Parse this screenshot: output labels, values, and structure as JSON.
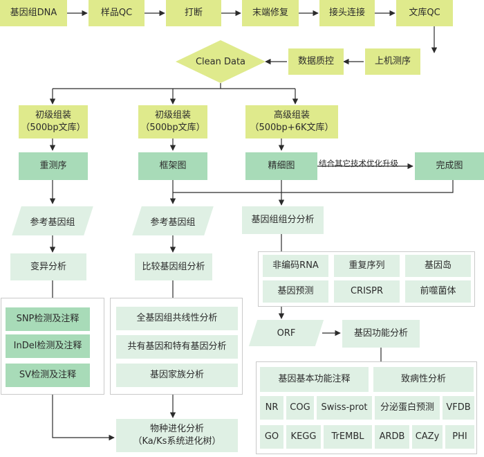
{
  "pipeline": {
    "genomic_dna": "基因组DNA",
    "sample_qc": "样品QC",
    "fragmentation": "打断",
    "end_repair": "末端修复",
    "adapter_ligation": "接头连接",
    "library_qc": "文库QC",
    "sequencing": "上机测序",
    "data_qc": "数据质控",
    "clean_data": "Clean Data"
  },
  "assembly": {
    "primary_a_line1": "初级组装",
    "primary_a_line2": "（500bp文库）",
    "primary_b_line1": "初级组装",
    "primary_b_line2": "（500bp文库）",
    "advanced_line1": "高级组装",
    "advanced_line2": "（500bp+6K文库）"
  },
  "stage2": {
    "resequencing": "重测序",
    "scaffold": "框架图",
    "fine_map": "精细图",
    "complete_map": "完成图",
    "upgrade_label": "结合其它技术优化升级"
  },
  "left_branch": {
    "reference_genome": "参考基因组",
    "variant_analysis": "变异分析",
    "snp": "SNP检测及注释",
    "indel": "InDel检测及注释",
    "sv": "SV检测及注释"
  },
  "middle_branch": {
    "reference_genome": "参考基因组",
    "comparative": "比较基因组分析",
    "synteny": "全基因组共线性分析",
    "shared_unique": "共有基因和特有基因分析",
    "gene_family": "基因家族分析",
    "evolution_line1": "物种进化分析",
    "evolution_line2": "（Ka/Ks系统进化树）"
  },
  "right_branch": {
    "component_analysis": "基因组组分分析",
    "ncrna": "非编码RNA",
    "repeats": "重复序列",
    "gene_island": "基因岛",
    "gene_prediction": "基因预测",
    "crispr": "CRISPR",
    "prophage": "前噬菌体",
    "orf": "ORF",
    "function_analysis": "基因功能分析",
    "basic_annotation": "基因基本功能注释",
    "pathogenicity": "致病性分析",
    "nr": "NR",
    "cog": "COG",
    "swissprot": "Swiss-prot",
    "secreted": "分泌蛋白预测",
    "vfdb": "VFDB",
    "go": "GO",
    "kegg": "KEGG",
    "trembl": "TrEMBL",
    "ardb": "ARDB",
    "cazy": "CAZy",
    "phi": "PHI"
  },
  "colors": {
    "lime": "#dfea8c",
    "mint": "#a8dbb8",
    "pale": "#dff0e4",
    "panel_border": "#c9c9c9",
    "line": "#2b2b2b"
  }
}
